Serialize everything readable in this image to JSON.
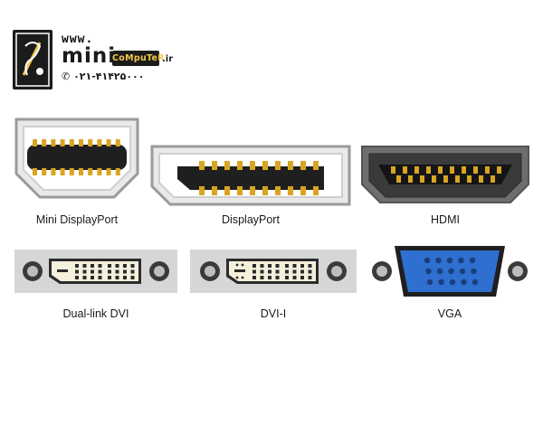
{
  "logo": {
    "www": "www.",
    "mini": "mini",
    "computer": "CoMpuTeR",
    "tld": ".ir",
    "phone": "۰۲۱-۴۱۴۲۵۰۰۰"
  },
  "connectors": {
    "mini_displayport": "Mini DisplayPort",
    "displayport": "DisplayPort",
    "hdmi": "HDMI",
    "dual_link_dvi": "Dual-link DVI",
    "dvi_i": "DVI-I",
    "vga": "VGA"
  },
  "colors": {
    "gold": "#d9a521",
    "dark": "#1f1f1f",
    "metal": "#c8c8c8",
    "vga_blue": "#2e6fd0",
    "dvi_ivory": "#f4f0dc"
  }
}
